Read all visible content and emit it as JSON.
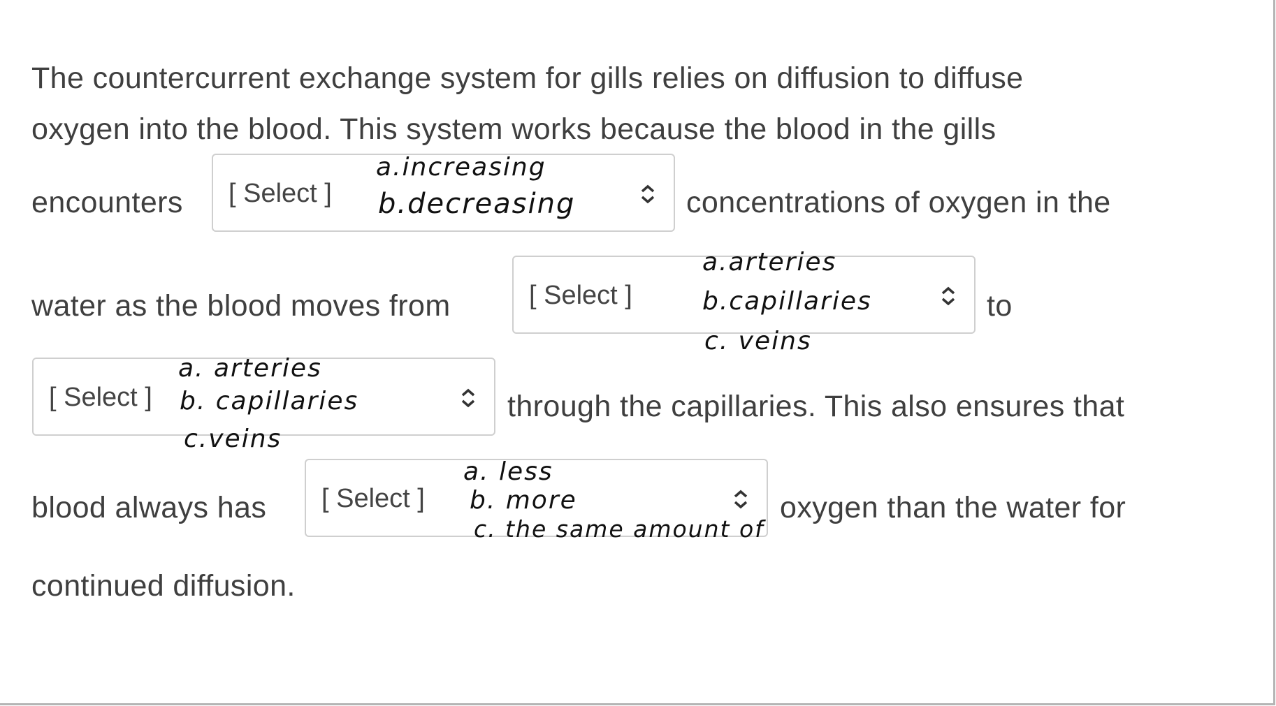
{
  "question": {
    "line1": "The countercurrent exchange system for gills relies on diffusion to diffuse",
    "line2": "oxygen into the blood. This system works because the blood in the gills",
    "line3_pre": "encounters",
    "line3_post": "concentrations of oxygen in the",
    "line4_pre": "water as the blood moves from",
    "line4_post": "to",
    "line5_post": "through the capillaries. This also ensures that",
    "line6_pre": "blood always has",
    "line6_post": "oxygen than the water for",
    "line7": "continued diffusion."
  },
  "selects": [
    {
      "value": "[ Select ]",
      "notes": [
        "a.increasing",
        "b.decreasing"
      ]
    },
    {
      "value": "[ Select ]",
      "notes": [
        "a.arteries",
        "b.capillaries",
        "c. veins"
      ]
    },
    {
      "value": "[ Select ]",
      "notes": [
        "a. arteries",
        "b. capillaries",
        "c.veins"
      ]
    },
    {
      "value": "[ Select ]",
      "notes": [
        "a. less",
        "b. more",
        "c. the same amount of"
      ]
    }
  ],
  "icons": {
    "select_chevron": "chevron-up-down-icon"
  }
}
